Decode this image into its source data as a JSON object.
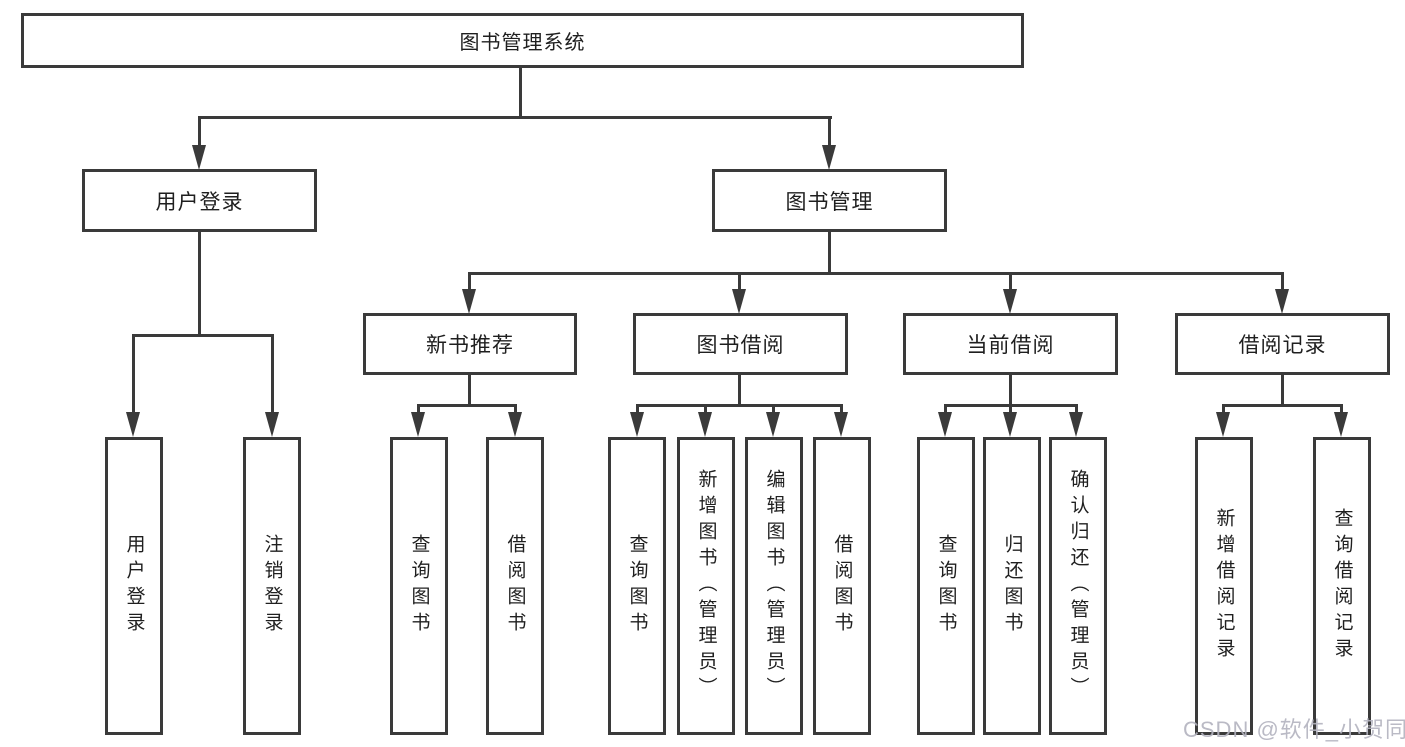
{
  "diagram": {
    "root_label": "图书管理系统",
    "branches": {
      "user_login": {
        "label": "用户登录",
        "children": [
          "用户登录",
          "注销登录"
        ]
      },
      "book_mgmt": {
        "label": "图书管理"
      }
    },
    "book_mgmt_sections": {
      "new_books": {
        "label": "新书推荐",
        "children": [
          "查询图书",
          "借阅图书"
        ]
      },
      "book_borrow": {
        "label": "图书借阅",
        "children": [
          "查询图书",
          "新增图书（管理员）",
          "编辑图书（管理员）",
          "借阅图书"
        ]
      },
      "current_borrow": {
        "label": "当前借阅",
        "children": [
          "查询图书",
          "归还图书",
          "确认归还（管理员）"
        ]
      },
      "borrow_records": {
        "label": "借阅记录",
        "children": [
          "新增借阅记录",
          "查询借阅记录"
        ]
      }
    },
    "watermark": "CSDN @软件_小贺同学",
    "colors": {
      "line": "#3a3a3a",
      "text": "#1f1f1f",
      "watermark_text": "#b3b3bf",
      "background": "#ffffff"
    }
  }
}
